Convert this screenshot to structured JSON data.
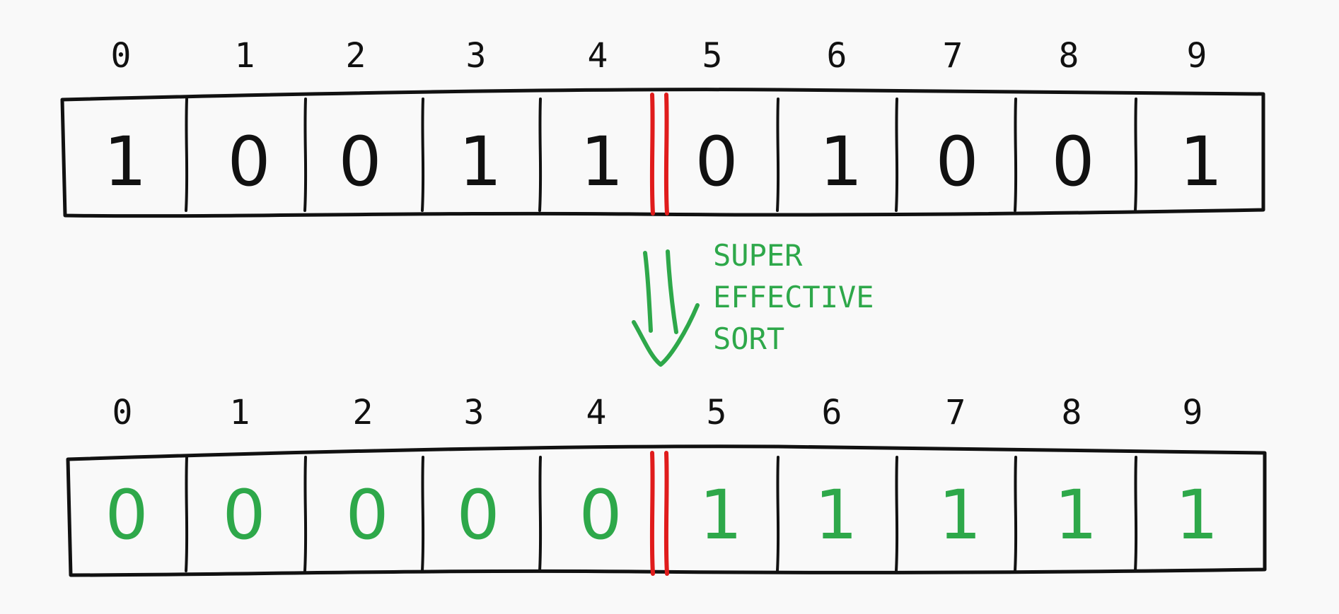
{
  "indices": [
    "0",
    "1",
    "2",
    "3",
    "4",
    "5",
    "6",
    "7",
    "8",
    "9"
  ],
  "before": {
    "cells": [
      "1",
      "0",
      "0",
      "1",
      "1",
      "0",
      "1",
      "0",
      "0",
      "1"
    ],
    "color": "#111111"
  },
  "after": {
    "cells": [
      "0",
      "0",
      "0",
      "0",
      "0",
      "1",
      "1",
      "1",
      "1",
      "1"
    ],
    "color": "#2ea84a"
  },
  "divider": {
    "after_index": 4,
    "color": "#e01b1b"
  },
  "arrow_color": "#2ea84a",
  "label": {
    "lines": [
      "SUPER",
      "EFFECTIVE",
      "SORT"
    ]
  }
}
